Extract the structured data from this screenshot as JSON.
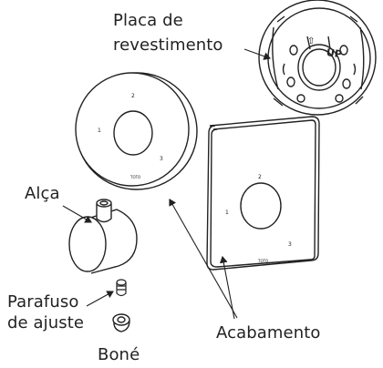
{
  "labels": {
    "cover_plate_line1": "Placa de",
    "cover_plate_line2": "revestimento",
    "handle": "Alça",
    "set_screw_line1": "Parafuso",
    "set_screw_line2": "de ajuste",
    "cap": "Boné",
    "trim": "Acabamento"
  },
  "plate_marks": {
    "up_text": "UP",
    "arrow": "⇧"
  },
  "dial_marks": {
    "round": [
      "1",
      "2",
      "3"
    ],
    "square": [
      "1",
      "2",
      "3"
    ],
    "brand": "TOTO"
  }
}
